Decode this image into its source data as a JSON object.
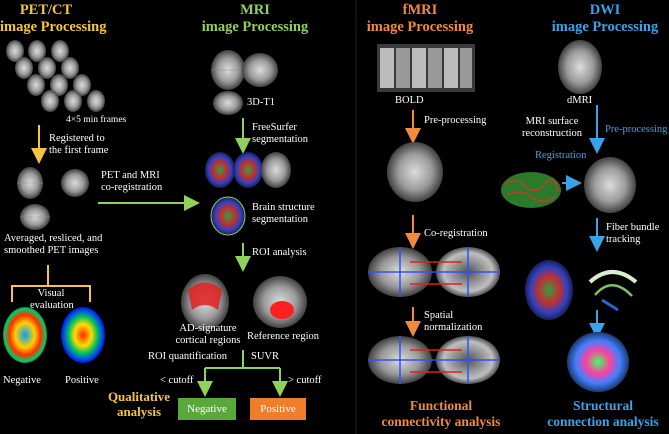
{
  "columns": {
    "pet": {
      "title_1": "PET/CT",
      "title_2": "image Processing"
    },
    "mri": {
      "title_1": "MRI",
      "title_2": "image Processing"
    },
    "fmri": {
      "title_1": "fMRI",
      "title_2": "image Processing"
    },
    "dwi": {
      "title_1": "DWI",
      "title_2": "image Processing"
    }
  },
  "pet": {
    "frames_label": "4×5 min frames",
    "registered_1": "Registered to",
    "registered_2": "the first frame",
    "coreg_1": "PET and MRI",
    "coreg_2": "co-registration",
    "averaged_1": "Averaged, resliced, and",
    "averaged_2": "smoothed PET images",
    "visual_1": "Visual",
    "visual_2": "evaluation",
    "negative": "Negative",
    "positive": "Positive",
    "qual_1": "Qualitative",
    "qual_2": "analysis"
  },
  "mri": {
    "t1_label": "3D-T1",
    "freesurfer_1": "FreeSurfer",
    "freesurfer_2": "segmentation",
    "brain_1": "Brain structure",
    "brain_2": "segmentation",
    "roi_analysis": "ROI analysis",
    "ad_1": "AD-signature",
    "ad_2": "cortical regions",
    "reference": "Reference region",
    "roi_quant": "ROI quantification",
    "suvr": "SUVR",
    "lt_cutoff": "< cutoff",
    "gt_cutoff": "> cutoff",
    "negative_box": "Negative",
    "positive_box": "Positive"
  },
  "fmri": {
    "bold": "BOLD",
    "preprocessing": "Pre-processing",
    "coregistration": "Co-registration",
    "spatial_1": "Spatial",
    "spatial_2": "normalization",
    "functional_1": "Functional",
    "functional_2": "connectivity analysis"
  },
  "dwi": {
    "dmri": "dMRI",
    "surface_1": "MRI surface",
    "surface_2": "reconstruction",
    "preprocessing": "Pre-processing",
    "registration": "Registration",
    "fiber_1": "Fiber bundle",
    "fiber_2": "tracking",
    "structural_1": "Structural",
    "structural_2": "connection analysis"
  },
  "colors": {
    "pet": "#f5c542",
    "mri": "#8fd15a",
    "fmri": "#f08a3c",
    "dwi": "#3aa3e8",
    "negative_box": "#5aa83c",
    "positive_box": "#ee7d2c"
  }
}
